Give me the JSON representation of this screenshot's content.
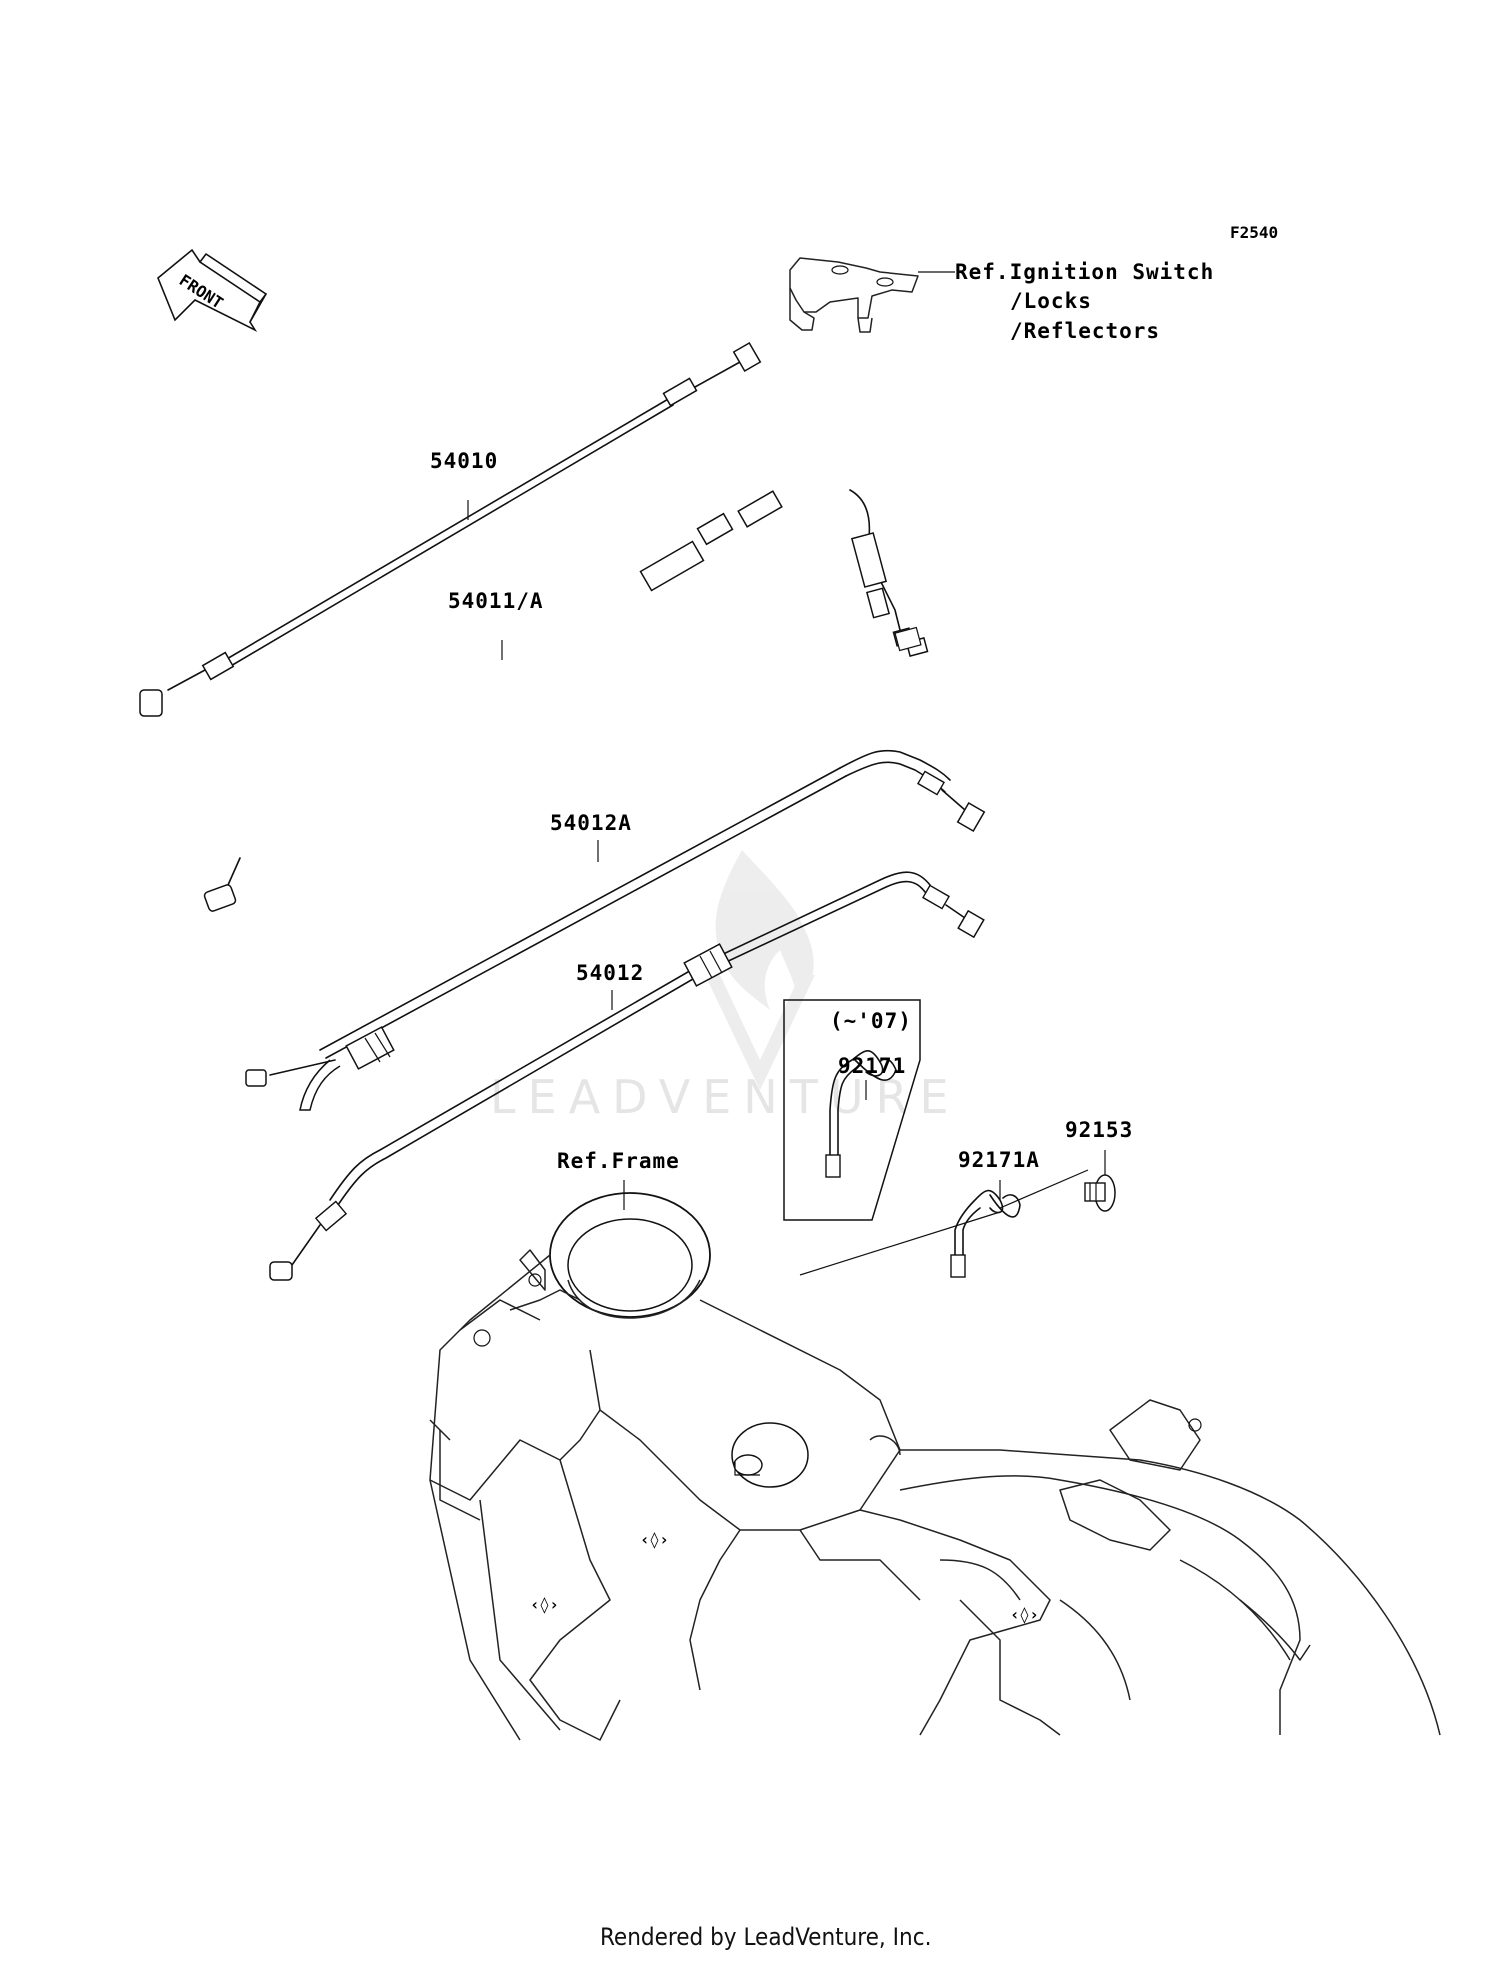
{
  "figure_code": "F2540",
  "direction_label": "FRONT",
  "callouts": {
    "ignition_ref_line1": "Ref.Ignition Switch",
    "ignition_ref_line2": "/Locks",
    "ignition_ref_line3": "/Reflectors",
    "part_54010": "54010",
    "part_54011a": "54011/A",
    "part_54012a": "54012A",
    "part_54012": "54012",
    "inset_note": "(~'07)",
    "part_92171": "92171",
    "part_92171a": "92171A",
    "part_92153": "92153",
    "frame_ref": "Ref.Frame"
  },
  "watermark": "LEADVENTURE",
  "footer": "Rendered by LeadVenture, Inc."
}
